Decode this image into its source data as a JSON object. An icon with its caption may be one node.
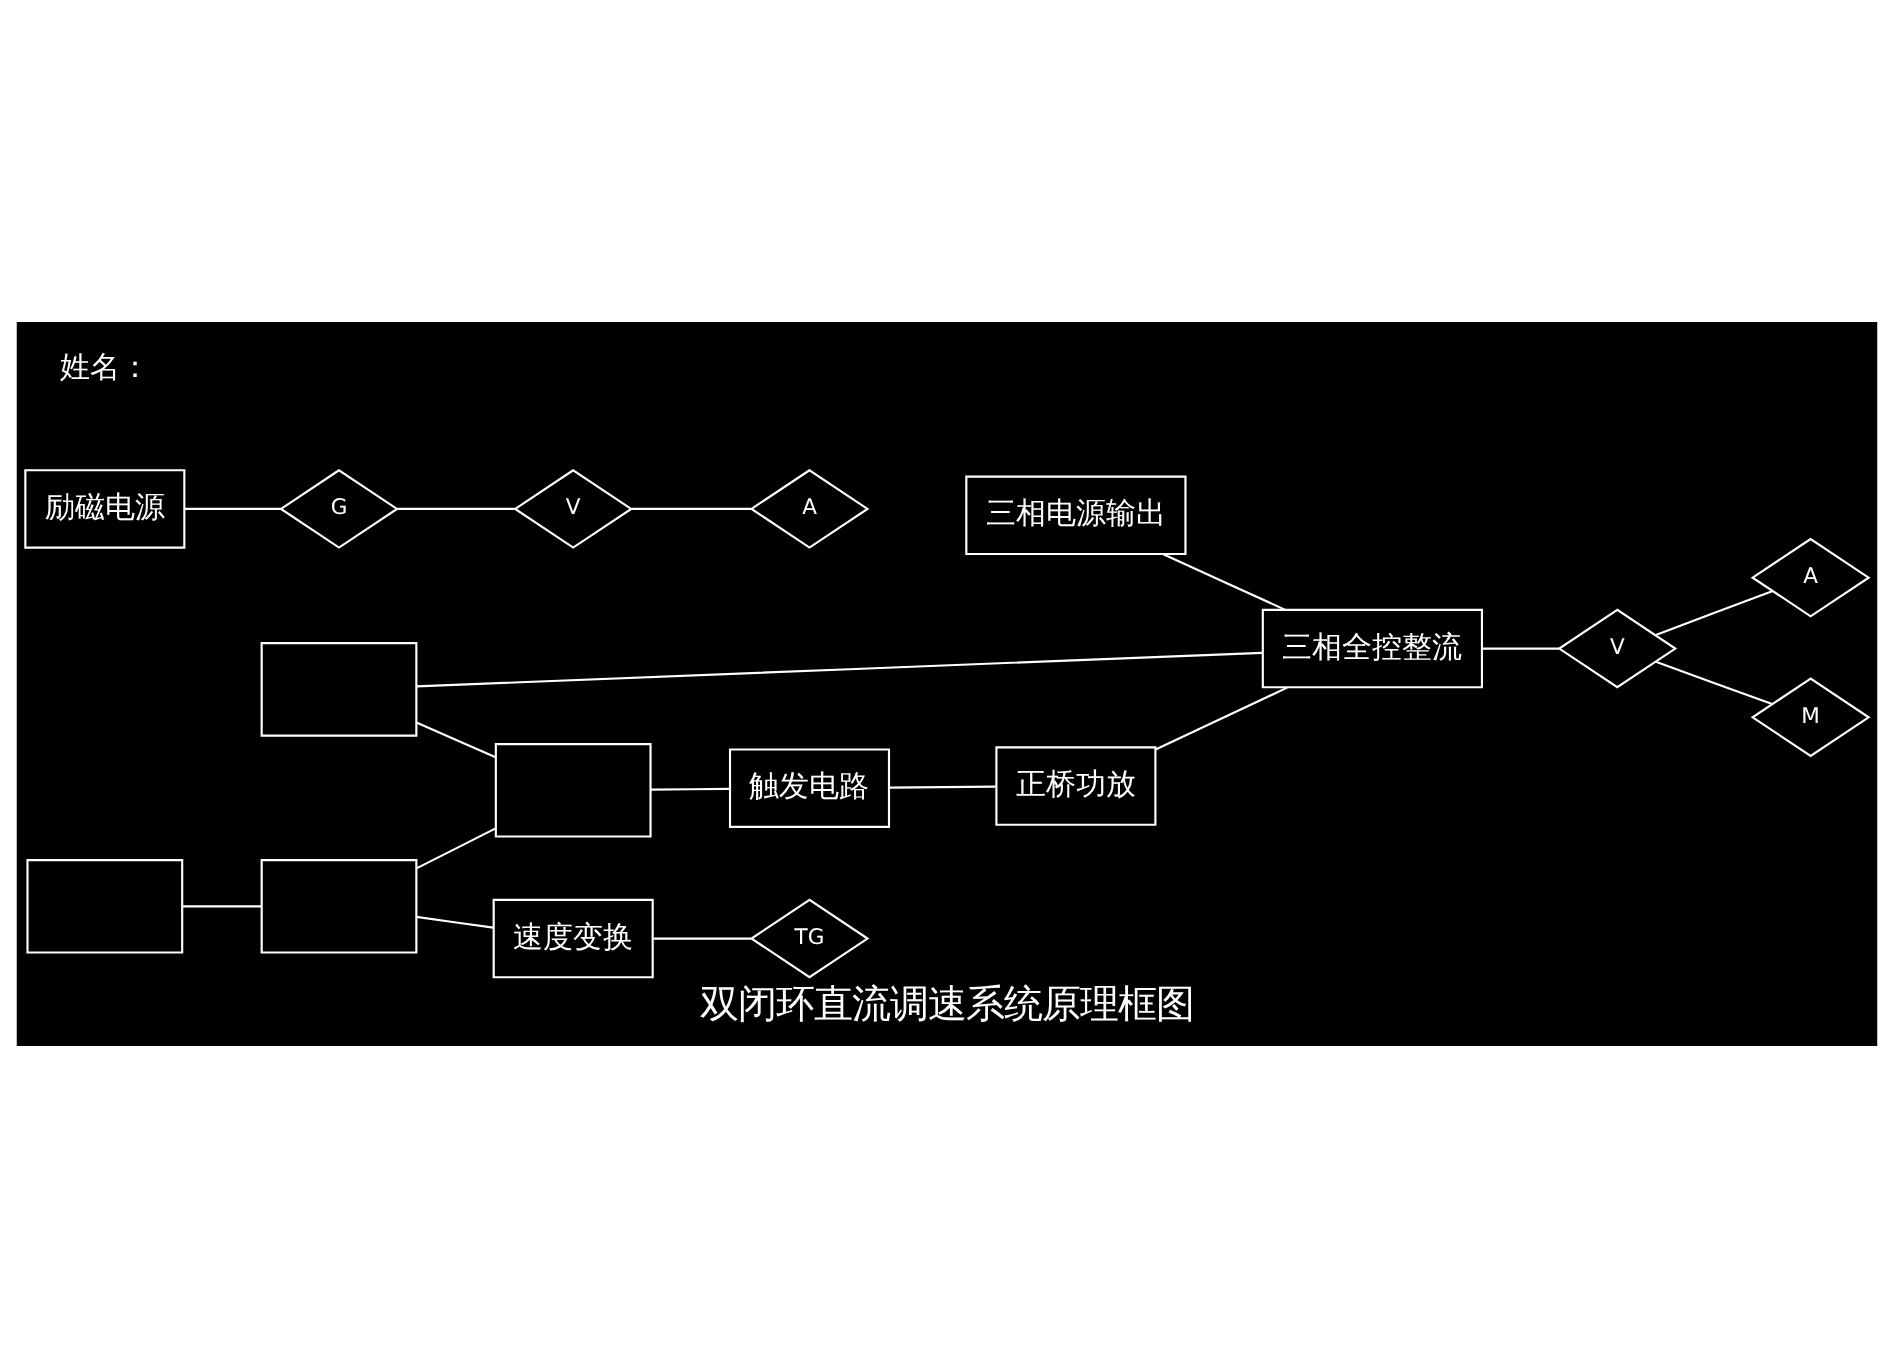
{
  "diagram": {
    "title": "双闭环直流调速系统原理框图",
    "nodes": [
      {
        "text": [
          "三相电源输出"
        ]
      },
      {
        "text": [],
        "shape": "box"
      },
      {
        "text": [],
        "shape": "box"
      },
      {
        "text": [],
        "shape": "box"
      },
      {
        "text": [],
        "shape": "box"
      },
      {
        "text": [
          "触发电路"
        ]
      },
      {
        "text": [
          "正桥功放"
        ]
      },
      {
        "text": [
          "三相全控整流"
        ]
      },
      {
        "text": [
          "速度变换"
        ]
      },
      {
        "text": [
          "励磁电源"
        ]
      },
      {
        "text": [
          "V"
        ]
      },
      {
        "text": [
          "A"
        ]
      },
      {
        "text": [
          "M"
        ]
      },
      {
        "text": [
          "TG"
        ]
      },
      {
        "text": [
          "V"
        ]
      },
      {
        "text": [
          "G"
        ]
      },
      {
        "text": [
          "A"
        ]
      }
    ],
    "edges": [
      {
        "from": 2,
        "to": 3,
        "arrow": "none"
      },
      {
        "from": 3,
        "to": 4,
        "arrow": "none"
      },
      {
        "from": 4,
        "to": 5,
        "arrow": "none"
      },
      {
        "from": 5,
        "to": 6,
        "arrow": "none"
      },
      {
        "from": 6,
        "to": 7,
        "arrow": "none"
      },
      {
        "from": 0,
        "to": 7,
        "arrow": "none"
      },
      {
        "from": 1,
        "to": 7,
        "arrow": "none"
      },
      {
        "from": 1,
        "to": 4,
        "arrow": "none"
      },
      {
        "from": 3,
        "to": 8,
        "arrow": "none"
      },
      {
        "from": 8,
        "to": 13,
        "arrow": "none"
      },
      {
        "from": 7,
        "to": 10,
        "arrow": "none"
      },
      {
        "from": 10,
        "to": 11,
        "arrow": "none"
      },
      {
        "from": 10,
        "to": 12,
        "arrow": "none"
      },
      {
        "from": 9,
        "to": 15,
        "arrow": "none"
      },
      {
        "from": 15,
        "to": 14,
        "arrow": "none"
      },
      {
        "from": 14,
        "to": 16,
        "arrow": "none"
      }
    ],
    "labels": [
      "姓名："
    ]
  }
}
